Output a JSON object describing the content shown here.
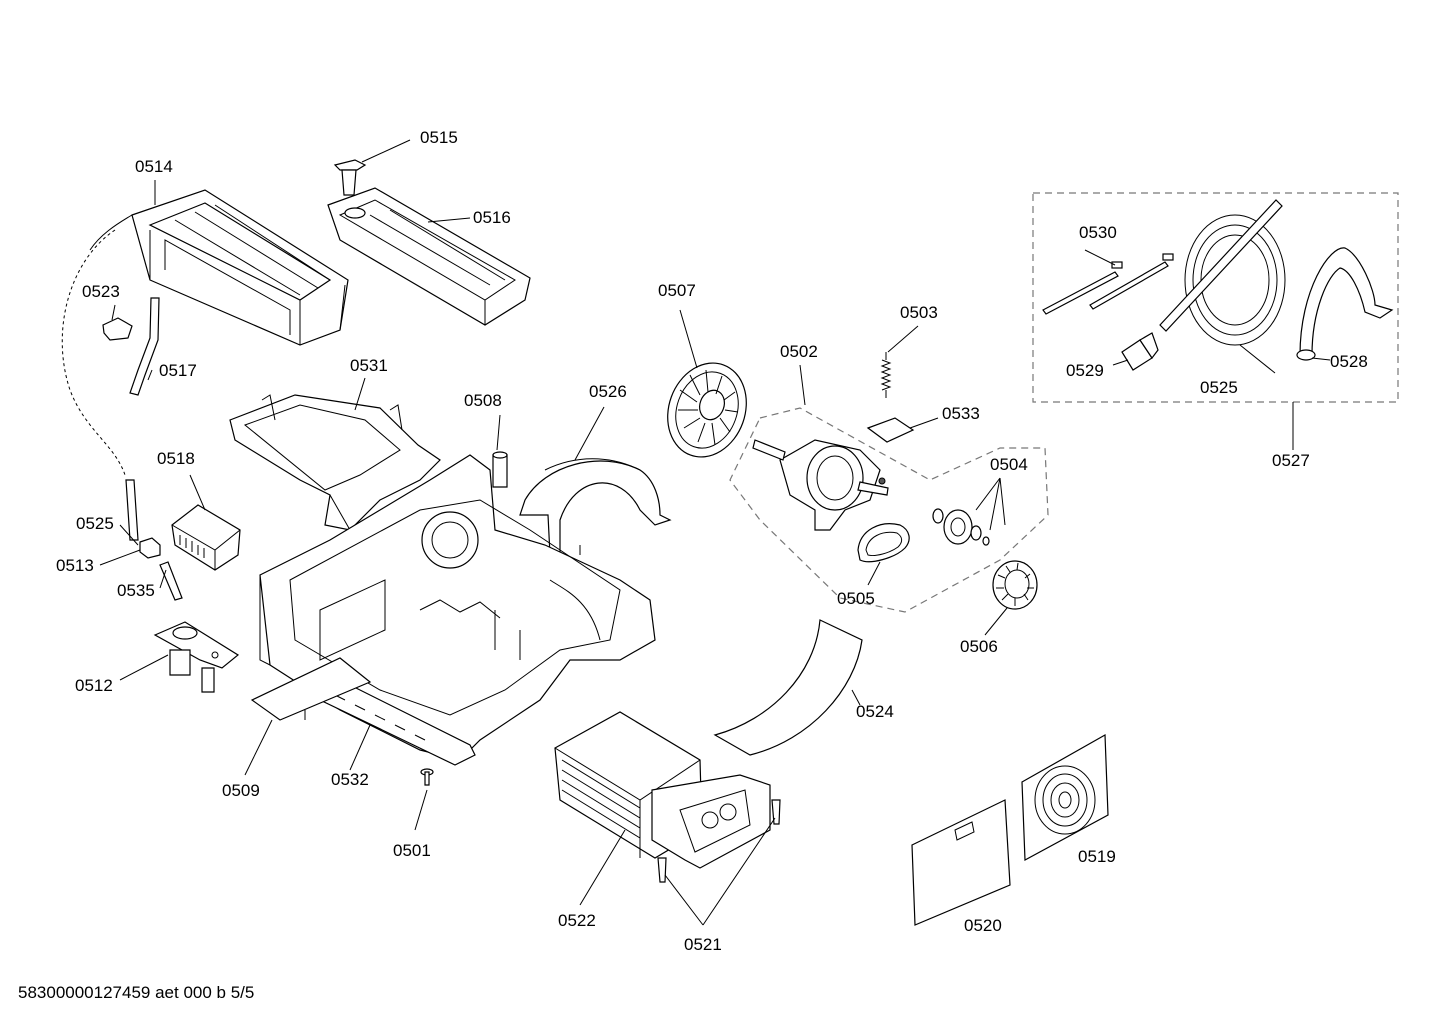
{
  "labels": {
    "p0501": "0501",
    "p0502": "0502",
    "p0503": "0503",
    "p0504": "0504",
    "p0505": "0505",
    "p0506": "0506",
    "p0507": "0507",
    "p0508": "0508",
    "p0509": "0509",
    "p0512": "0512",
    "p0513": "0513",
    "p0514": "0514",
    "p0515": "0515",
    "p0516": "0516",
    "p0517": "0517",
    "p0518": "0518",
    "p0519": "0519",
    "p0520": "0520",
    "p0521": "0521",
    "p0522": "0522",
    "p0523": "0523",
    "p0524": "0524",
    "p0525_left": "0525",
    "p0525_kit": "0525",
    "p0526": "0526",
    "p0527": "0527",
    "p0528": "0528",
    "p0529": "0529",
    "p0530": "0530",
    "p0531": "0531",
    "p0532": "0532",
    "p0533": "0533",
    "p0535": "0535"
  },
  "footer": "58300000127459 aet 000 b 5/5"
}
